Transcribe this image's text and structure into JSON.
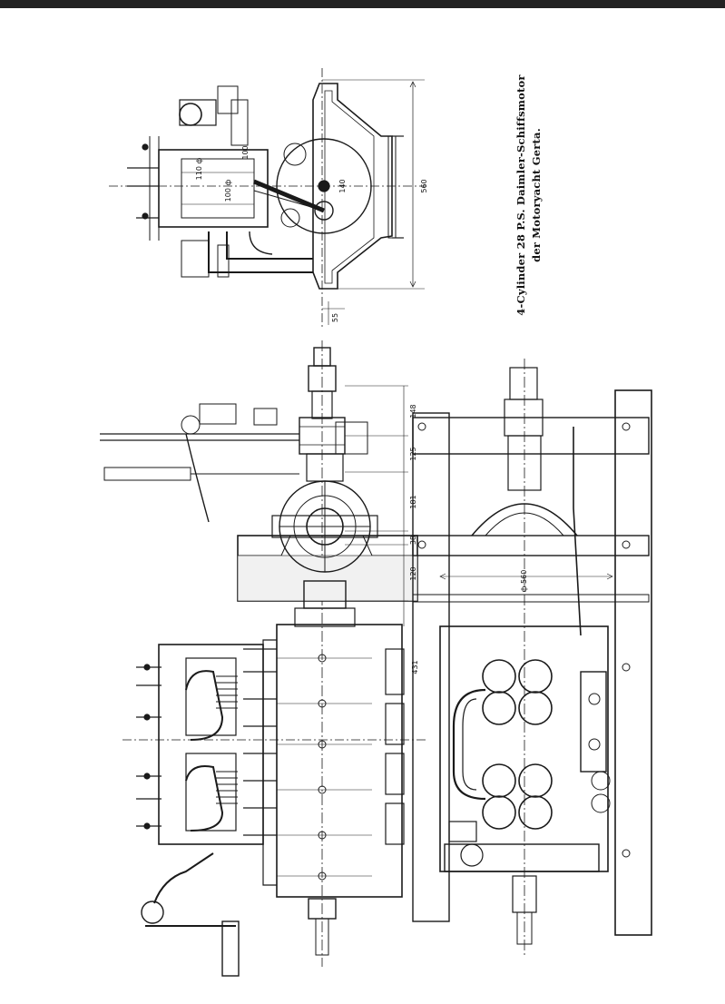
{
  "title": {
    "line1": "4-Cylinder 28 P.S. Daimler-Schiffsmotor",
    "line2": "der Motoryacht Gerta."
  },
  "dimensions": {
    "d560": "560",
    "d55": "55",
    "d110": "110 ф",
    "d100a": "100",
    "d140": "140",
    "d100b": "100 ф",
    "d148": "148",
    "d125": "125",
    "d181": "181",
    "d38": "38",
    "d120": "120",
    "d560dia": "ф 560",
    "d431": "431"
  }
}
